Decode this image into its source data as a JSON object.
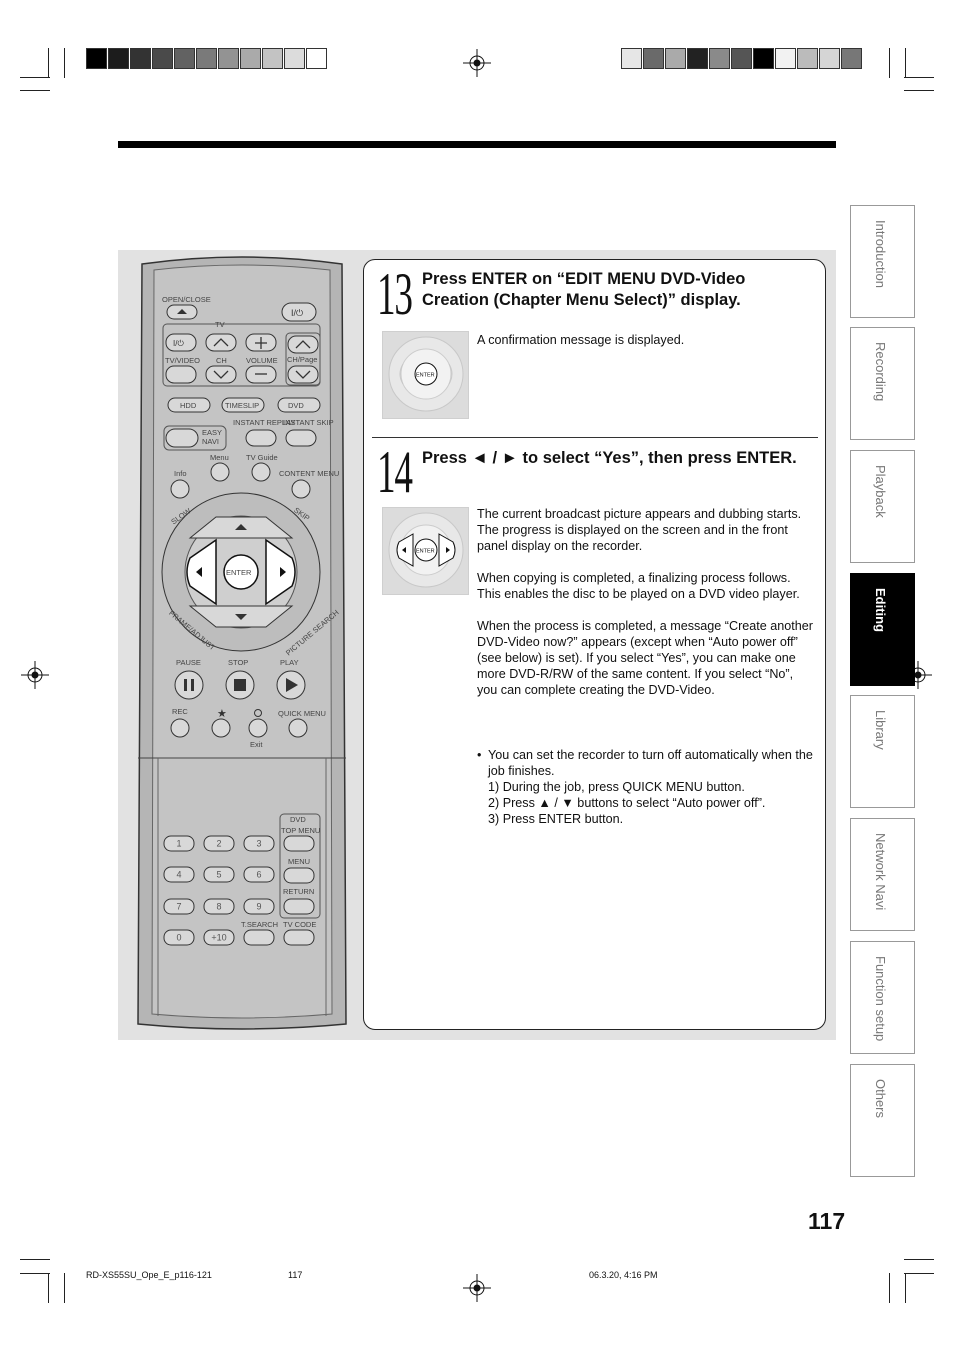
{
  "step13": {
    "number": "13",
    "heading_line1": "Press ENTER on “EDIT MENU DVD-Video",
    "heading_line2": "Creation (Chapter Menu Select)” display.",
    "text": "A confirmation message is displayed.",
    "button_label": "ENTER"
  },
  "step14": {
    "number": "14",
    "heading": "Press ◄ / ► to select “Yes”, then press ENTER.",
    "button_label": "ENTER",
    "para1": "The current broadcast picture appears and dubbing starts. The progress is displayed on the screen and in the front panel display on the recorder.",
    "para2": "When copying is completed, a finalizing process follows. This enables the disc to be played on a DVD video player.",
    "para3": "When the process is completed, a message “Create another DVD-Video now?” appears (except when “Auto power off” (see below) is set). If you select “Yes”, you can make one more DVD-R/RW of the same content. If you select “No”, you can complete creating the DVD-Video.",
    "bullet": "You can set the recorder to turn off automatically when the job finishes.",
    "sub1": "1)  During the job, press QUICK MENU button.",
    "sub2": "2)  Press ▲ / ▼ buttons to select “Auto power off”.",
    "sub3": "3)  Press ENTER button."
  },
  "tabs": [
    "Introduction",
    "Recording",
    "Playback",
    "Editing",
    "Library",
    "Network Navi",
    "Function setup",
    "Others"
  ],
  "active_tab": "Editing",
  "page_number": "117",
  "footer": {
    "left": "RD-XS55SU_Ope_E_p116-121",
    "middle": "117",
    "right": "06.3.20, 4:16 PM"
  },
  "remote": {
    "open_close": "OPEN/CLOSE",
    "tv": "TV",
    "tv_video": "TV/VIDEO",
    "ch": "CH",
    "volume": "VOLUME",
    "ch_page": "CH/Page",
    "hdd": "HDD",
    "timeslip": "TIMESLIP",
    "dvd": "DVD",
    "easy": "EASY",
    "navi": "NAVI",
    "instant_replay": "INSTANT REPLAY",
    "instant_skip": "INSTANT SKIP",
    "menu": "Menu",
    "tv_guide": "TV Guide",
    "info": "Info",
    "content_menu": "CONTENT MENU",
    "slow": "SLOW",
    "skip": "SKIP",
    "enter": "ENTER",
    "frame_adjust": "FRAME/ADJUST",
    "picture_search": "PICTURE SEARCH",
    "pause": "PAUSE",
    "stop": "STOP",
    "play": "PLAY",
    "rec": "REC",
    "quick_menu": "QUICK MENU",
    "exit": "Exit",
    "dvd2": "DVD",
    "top_menu": "TOP MENU",
    "menu2": "MENU",
    "return": "RETURN",
    "tsearch": "T.SEARCH",
    "tv_code": "TV CODE",
    "digits": [
      "1",
      "2",
      "3",
      "4",
      "5",
      "6",
      "7",
      "8",
      "9",
      "0",
      "+10"
    ]
  }
}
